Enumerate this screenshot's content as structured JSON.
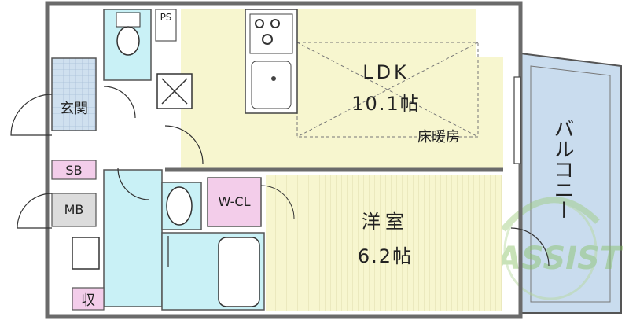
{
  "rooms": {
    "ldk": {
      "name": "LDK",
      "size": "10.1帖",
      "feature": "床暖房"
    },
    "western": {
      "name": "洋室",
      "size": "6.2帖"
    },
    "balcony": {
      "name": "バルコニー"
    },
    "entrance": {
      "name": "玄関"
    },
    "walk_in_closet": {
      "name": "W-CL"
    },
    "shoe_box": {
      "name": "SB"
    },
    "meter_box": {
      "name": "MB"
    },
    "storage": {
      "name": "収"
    },
    "pipe_space": {
      "name": "PS"
    }
  },
  "watermark": {
    "text": "ASSIST"
  },
  "colors": {
    "ldk": "#f7f6cf",
    "wet_area": "#c9f1f6",
    "balcony": "#c9dcee",
    "entrance": "#cfe0ef",
    "closet": "#f3cdea",
    "meter_box": "#dcdcdc",
    "wall": "#6b6b6b"
  }
}
